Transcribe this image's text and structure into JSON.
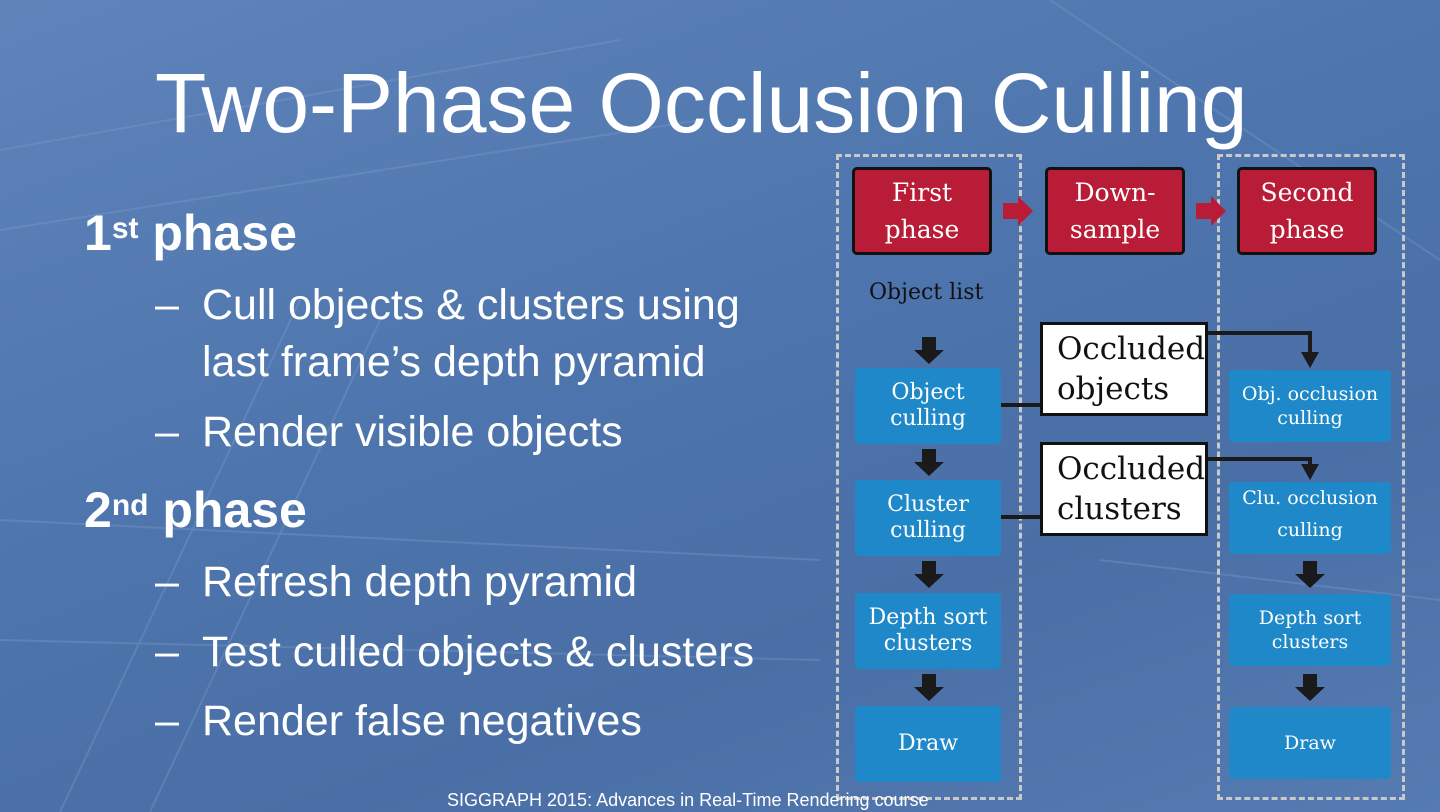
{
  "slide": {
    "title": "Two-Phase Occlusion Culling",
    "footer": "SIGGRAPH 2015: Advances in Real-Time Rendering course"
  },
  "bullets": {
    "phase1": {
      "num": "1",
      "sup": "st",
      "label": " phase"
    },
    "phase1_items": [
      {
        "line1": "Cull objects & clusters using",
        "line2": "last frame’s depth pyramid"
      },
      {
        "line1": "Render visible objects"
      }
    ],
    "phase2": {
      "num": "2",
      "sup": "nd",
      "label": " phase"
    },
    "phase2_items": [
      {
        "line1": "Refresh depth pyramid"
      },
      {
        "line1": "Test culled objects & clusters"
      },
      {
        "line1": "Render false negatives"
      }
    ],
    "dash": "–"
  },
  "diagram": {
    "phases": [
      {
        "line1": "First",
        "line2": "phase"
      },
      {
        "line1": "Down-",
        "line2": "sample"
      },
      {
        "line1": "Second",
        "line2": "phase"
      }
    ],
    "object_list": "Object list",
    "left_steps": [
      {
        "line1": "Object",
        "line2": "culling"
      },
      {
        "line1": "Cluster",
        "line2": "culling"
      },
      {
        "line1": "Depth sort",
        "line2": "clusters"
      },
      {
        "line1": "Draw"
      }
    ],
    "right_steps": [
      {
        "line1": "Obj. occlusion",
        "line2": "culling"
      },
      {
        "line1": "Clu. occlusion",
        "line2": "culling"
      },
      {
        "line1": "Depth sort",
        "line2": "clusters"
      },
      {
        "line1": "Draw"
      }
    ],
    "occluded": [
      {
        "line1": "Occluded",
        "line2": "objects"
      },
      {
        "line1": "Occluded",
        "line2": "clusters"
      }
    ],
    "colors": {
      "phase": "#b81c36",
      "step": "#1e88c8",
      "arrow": "#1a1a1a",
      "dash": "#c9c9c9"
    }
  }
}
